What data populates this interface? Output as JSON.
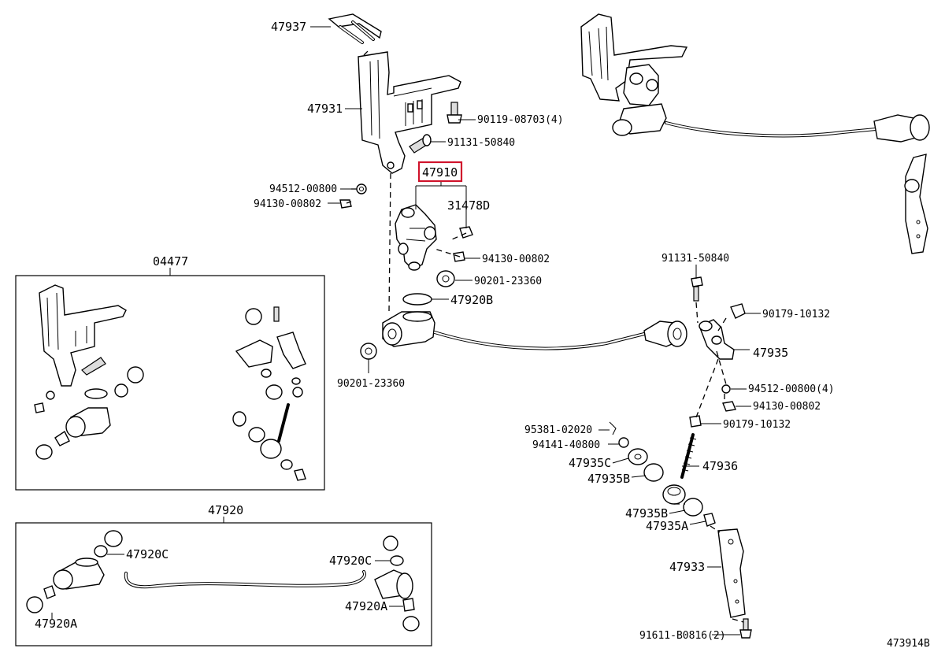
{
  "diagram": {
    "catalog_code": "473914B",
    "highlighted_part": "47910",
    "highlight_color": "#d0142c",
    "labels": {
      "l47937": "47937",
      "l47931": "47931",
      "l90119": "90119-08703(4)",
      "l91131a": "91131-50840",
      "l47910": "47910",
      "l31478D": "31478D",
      "l94512a": "94512-00800",
      "l94130a": "94130-00802",
      "l94130b": "94130-00802",
      "l90201a": "90201-23360",
      "l47920B": "47920B",
      "l90201b": "90201-23360",
      "l04477": "04477",
      "l91131b": "91131-50840",
      "l90179a": "90179-10132",
      "l47935": "47935",
      "l94512b": "94512-00800(4)",
      "l94130c": "94130-00802",
      "l90179b": "90179-10132",
      "l95381": "95381-02020",
      "l94141": "94141-40800",
      "l47935C": "47935C",
      "l47936": "47936",
      "l47935B1": "47935B",
      "l47935B2": "47935B",
      "l47935A": "47935A",
      "l47933": "47933",
      "l91611": "91611-B0816(2)",
      "l47920": "47920",
      "l47920C1": "47920C",
      "l47920C2": "47920C",
      "l47920A1": "47920A",
      "l47920A2": "47920A"
    }
  }
}
